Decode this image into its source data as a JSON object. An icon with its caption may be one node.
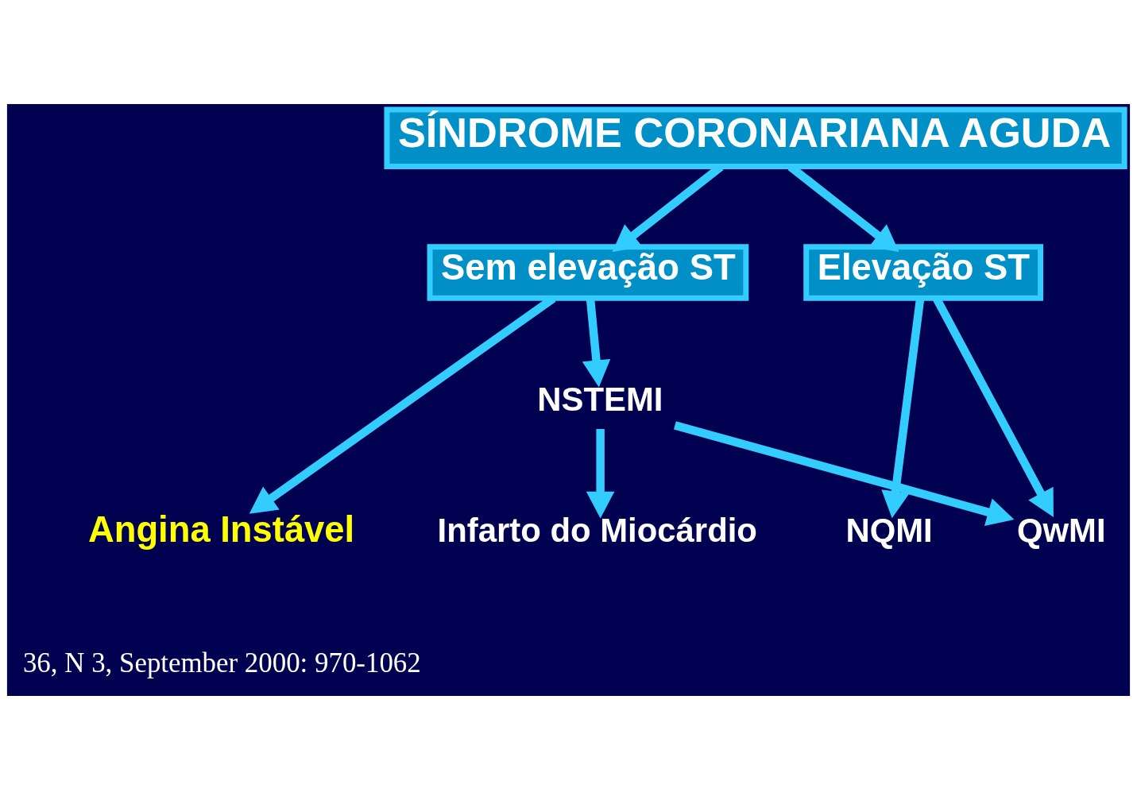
{
  "diagram": {
    "nodes": [
      {
        "text": [
          "SÍNDROME CORONARIANA AGUDA"
        ]
      },
      {
        "text": [
          "Sem elevação ST"
        ]
      },
      {
        "text": [
          "Elevação ST"
        ]
      },
      {
        "text": [
          "Angina Instável"
        ]
      },
      {
        "text": [
          "NSTEMI"
        ]
      },
      {
        "text": [
          "NQMI"
        ]
      },
      {
        "text": [
          "QwMI"
        ]
      },
      {
        "text": [
          "Infarto do Miocárdio"
        ]
      }
    ],
    "edges": [
      {
        "from": 0,
        "to": 1,
        "arrow": "to"
      },
      {
        "from": 0,
        "to": 2,
        "arrow": "to"
      },
      {
        "from": 1,
        "to": 3,
        "arrow": "to"
      },
      {
        "from": 1,
        "to": 4,
        "arrow": "to"
      },
      {
        "from": 2,
        "to": 5,
        "arrow": "to"
      },
      {
        "from": 2,
        "to": 6,
        "arrow": "to"
      },
      {
        "from": 4,
        "to": 6,
        "arrow": "to"
      },
      {
        "from": 4,
        "to": 7,
        "arrow": "to"
      }
    ],
    "labels": [
      "36, N 3, September 2000: 970-1062"
    ]
  }
}
